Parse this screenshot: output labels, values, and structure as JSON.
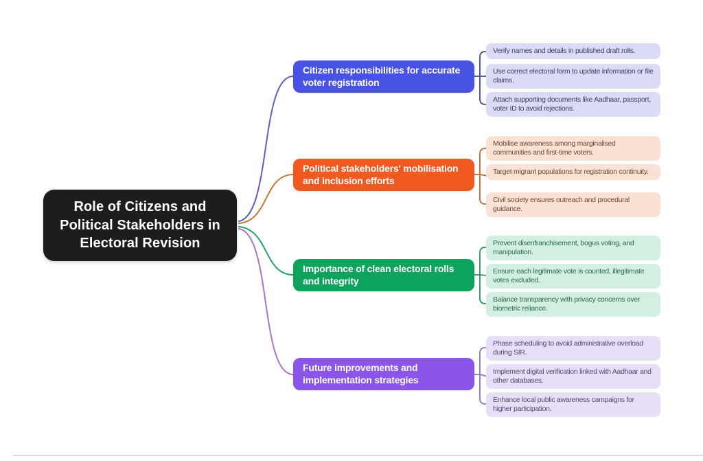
{
  "frame": {
    "background": "#ffffff",
    "bottom_line_color": "#d9d9d9"
  },
  "center_node": {
    "label": "Role of Citizens and Political Stakeholders in Electoral Revision",
    "background": "#1d1d20",
    "text_color": "#ffffff"
  },
  "branches": [
    {
      "label": "Citizen responsibilities for accurate voter registration",
      "box_color": "#4852e4",
      "line_color": "#5a5fc8",
      "bracket_color": "#454a80",
      "leaf_background": "#dadcf6",
      "leaf_text_color": "#3c4166",
      "leaves": [
        "Verify names and details in published draft rolls.",
        "Use correct electoral form to update information or file claims.",
        "Attach supporting documents like Aadhaar, passport, voter ID to avoid rejections."
      ]
    },
    {
      "label": "Political stakeholders' mobilisation and inclusion efforts",
      "box_color": "#f0591f",
      "line_color": "#c8763a",
      "bracket_color": "#bd6a35",
      "leaf_background": "#f9e2d4",
      "leaf_text_color": "#70492f",
      "leaves": [
        "Mobilise awareness among marginalised communities and first-time voters.",
        "Target migrant populations for registration continuity.",
        "Civil society ensures outreach and procedural guidance."
      ]
    },
    {
      "label": "Importance of clean electoral rolls and integrity",
      "box_color": "#0da35c",
      "line_color": "#27a06a",
      "bracket_color": "#2f8f62",
      "leaf_background": "#d3efe1",
      "leaf_text_color": "#2a6b4e",
      "leaves": [
        "Prevent disenfranchisement, bogus voting, and manipulation.",
        "Ensure each legitimate vote is counted, illegitimate votes excluded.",
        "Balance transparency with privacy concerns over biometric reliance."
      ]
    },
    {
      "label": "Future improvements and implementation strategies",
      "box_color": "#8a55e8",
      "line_color": "#a275c8",
      "bracket_color": "#8d77b8",
      "leaf_background": "#e7def8",
      "leaf_text_color": "#564870",
      "leaves": [
        "Phase scheduling to avoid administrative overload during SIR.",
        "Implement digital verification linked with Aadhaar and other databases.",
        "Enhance local public awareness campaigns for higher participation."
      ]
    }
  ]
}
